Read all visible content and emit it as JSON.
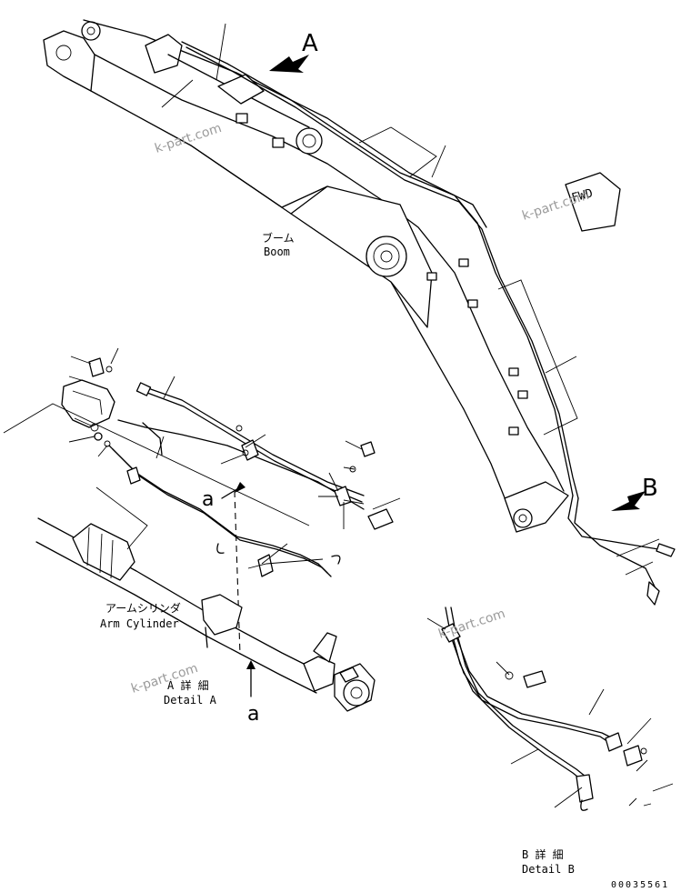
{
  "labels": {
    "view_a": "A",
    "view_b": "B",
    "fwd": "FWD",
    "boom_jp": "ブーム",
    "boom_en": "Boom",
    "arm_cylinder_jp": "アームシリンダ",
    "arm_cylinder_en": "Arm Cylinder",
    "detail_a_jp": "A 詳 細",
    "detail_a_en": "Detail A",
    "detail_b_jp": "B 詳 細",
    "detail_b_en": "Detail B",
    "section_a_upper": "a",
    "section_a_lower": "a",
    "drawing_number": "00035561"
  },
  "watermarks": {
    "wm1": "k-part.com",
    "wm2": "k-part.com",
    "wm3": "k-part.com",
    "wm4": "k-part.com"
  }
}
